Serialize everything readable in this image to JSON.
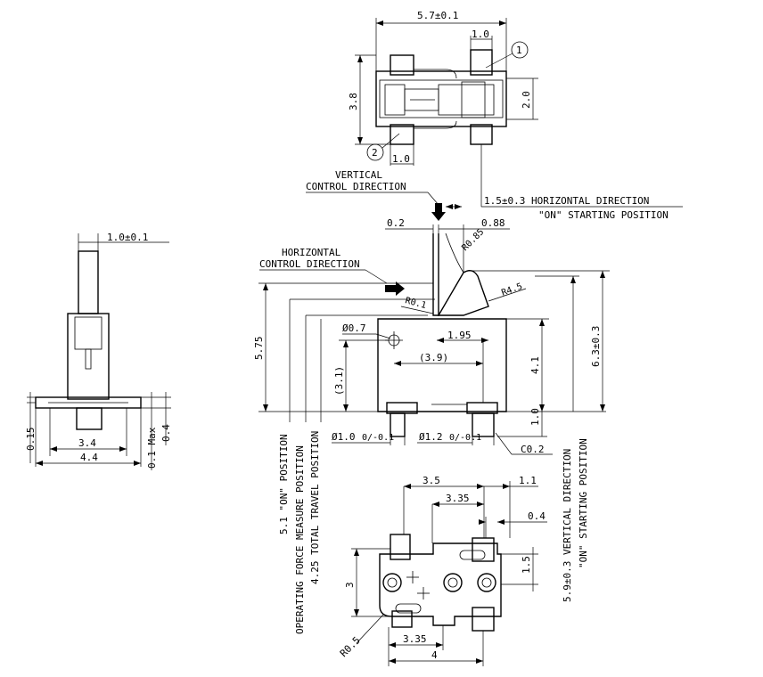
{
  "top_view": {
    "width_dim": "5.7±0.1",
    "term_w_top": "1.0",
    "term_w_bottom": "1.0",
    "height_dim": "3.8",
    "inner_height": "2.0",
    "callout_1": "1",
    "callout_2": "2"
  },
  "annotations": {
    "vertical_dir_line1": "VERTICAL",
    "vertical_dir_line2": "CONTROL DIRECTION",
    "horizontal_dir_top": "1.5±0.3 HORIZONTAL DIRECTION",
    "horizontal_on_start": "\"ON\" STARTING POSITION",
    "horizontal_ctrl_line1": "HORIZONTAL",
    "horizontal_ctrl_line2": "CONTROL DIRECTION"
  },
  "side_view": {
    "lever_w": "0.2",
    "lever_tip": "0.88",
    "r085": "R0.85",
    "r01": "R0.1",
    "r45": "R4.5",
    "hole_dia": "Ø0.7",
    "d195": "1.95",
    "d39": "(3.9)",
    "d31": "(3.1)",
    "d41": "4.1",
    "d575": "5.75",
    "d63": "6.3±0.3",
    "d10": "1.0",
    "pin1": "Ø1.0",
    "pin1_tol": "0/-0.1",
    "pin2": "Ø1.2",
    "pin2_tol": "0/-0.1",
    "chamfer": "C0.2"
  },
  "left_view": {
    "top_dim": "1.0±0.1",
    "d015": "0.15",
    "d34": "3.4",
    "d44": "4.4",
    "d01max": "0.1 Max",
    "d04": "0.4"
  },
  "vertical_labels": {
    "on_position": "5.1 \"ON\" POSITION",
    "op_force": "OPERATING FORCE MEASURE POSITION",
    "total_travel": "4.25 TOTAL TRAVEL POSITION",
    "vert_dir": "5.9±0.3 VERTICAL DIRECTION",
    "vert_on_start": "\"ON\" STARTING POSITION"
  },
  "bottom_view": {
    "d35": "3.5",
    "d11": "1.1",
    "d335_top": "3.35",
    "d04": "0.4",
    "d15": "1.5",
    "d3": "3",
    "r05": "R0.5",
    "d335_bot": "3.35",
    "d4": "4"
  }
}
